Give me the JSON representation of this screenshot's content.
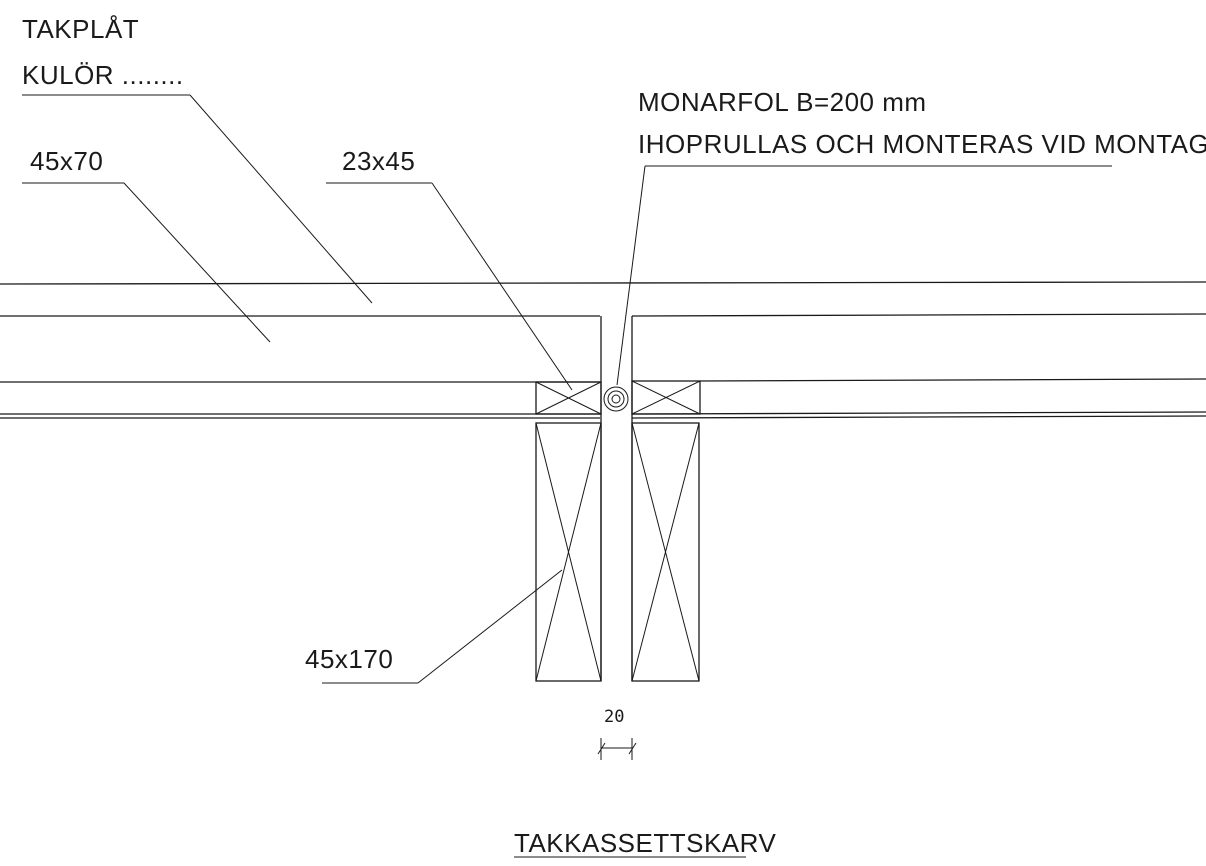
{
  "labels": {
    "takplat_line1": "TAKPLÅT",
    "takplat_line2": "KULÖR ........",
    "batten_45x70": "45x70",
    "batten_23x45": "23x45",
    "monarfol_line1": "MONARFOL B=200 mm",
    "monarfol_line2": "IHOPRULLAS OCH MONTERAS VID MONTAGE",
    "joist_45x170": "45x170",
    "gap_dimension": "20",
    "title": "TAKKASSETTSKARV"
  }
}
